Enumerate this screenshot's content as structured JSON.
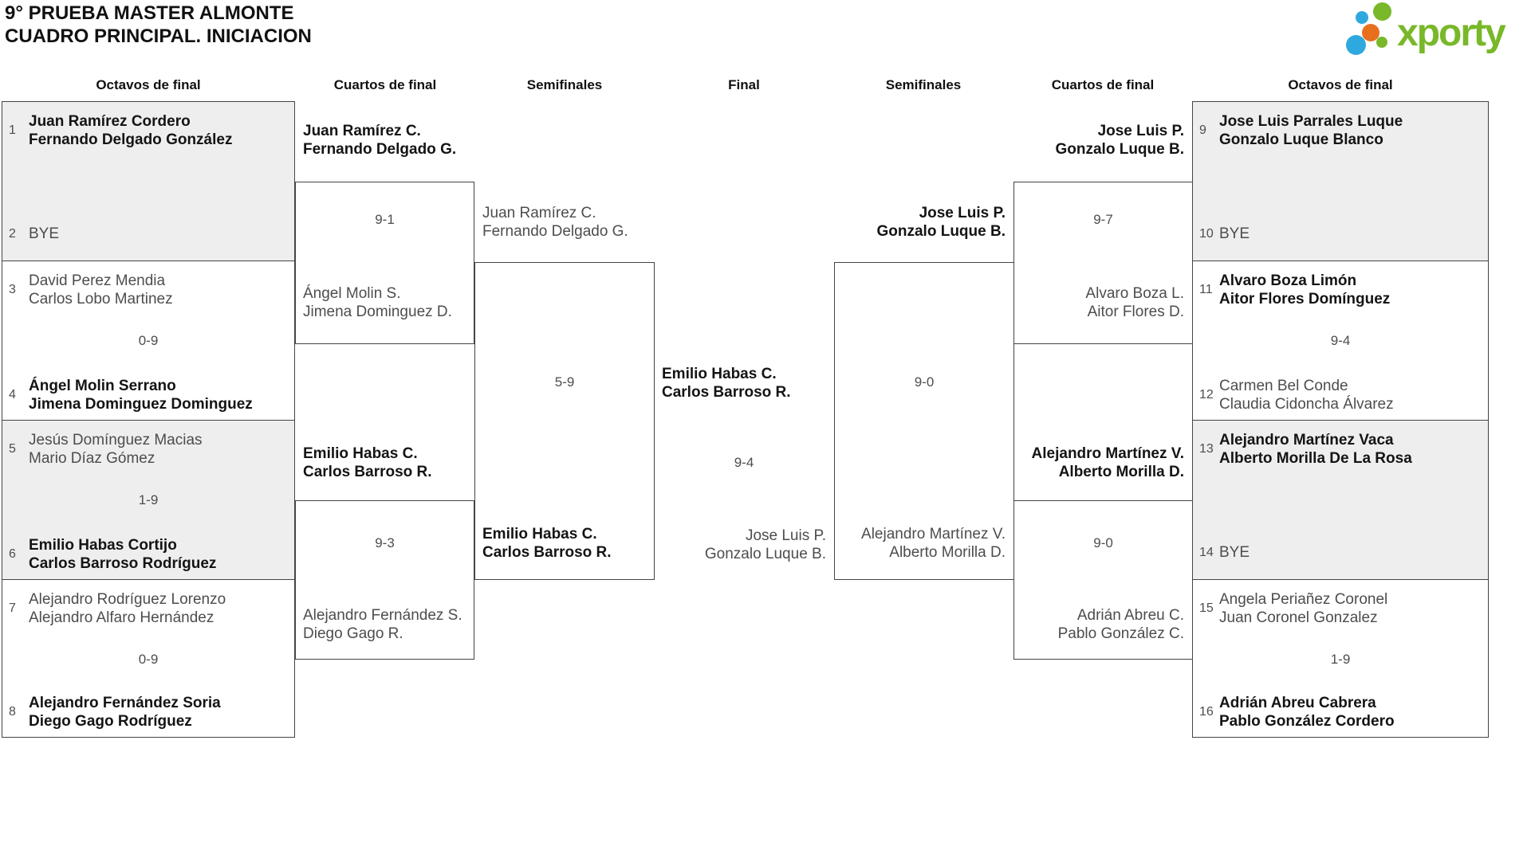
{
  "title": "9° PRUEBA MASTER ALMONTE\nCUADRO PRINCIPAL. INICIACION",
  "logo": {
    "wordmark": "xporty",
    "green": "#78b829",
    "blue": "#2ea9e0",
    "orange": "#e76f1e"
  },
  "headers": [
    "Octavos de final",
    "Cuartos de final",
    "Semifinales",
    "Final",
    "Semifinales",
    "Cuartos de final",
    "Octavos de final"
  ],
  "octavos_left": [
    {
      "score": "",
      "t1": {
        "seed": "1",
        "l1": "Juan Ramírez Cordero",
        "l2": "Fernando Delgado González",
        "w": true
      },
      "t2": {
        "seed": "2",
        "l1": "BYE",
        "l2": "",
        "w": false,
        "bye": true
      }
    },
    {
      "score": "0-9",
      "t1": {
        "seed": "3",
        "l1": "David Perez Mendia",
        "l2": "Carlos Lobo Martinez",
        "w": false
      },
      "t2": {
        "seed": "4",
        "l1": "Ángel Molin Serrano",
        "l2": "Jimena Dominguez Dominguez",
        "w": true
      }
    },
    {
      "score": "1-9",
      "t1": {
        "seed": "5",
        "l1": "Jesús Domínguez Macias",
        "l2": "Mario Díaz Gómez",
        "w": false
      },
      "t2": {
        "seed": "6",
        "l1": "Emilio Habas Cortijo",
        "l2": "Carlos Barroso Rodríguez",
        "w": true
      }
    },
    {
      "score": "0-9",
      "t1": {
        "seed": "7",
        "l1": "Alejandro Rodríguez Lorenzo",
        "l2": "Alejandro Alfaro Hernández",
        "w": false
      },
      "t2": {
        "seed": "8",
        "l1": "Alejandro Fernández Soria",
        "l2": "Diego Gago Rodríguez",
        "w": true
      }
    }
  ],
  "octavos_right": [
    {
      "score": "",
      "t1": {
        "seed": "9",
        "l1": "Jose Luis Parrales Luque",
        "l2": "Gonzalo Luque Blanco",
        "w": true
      },
      "t2": {
        "seed": "10",
        "l1": "BYE",
        "l2": "",
        "w": false,
        "bye": true
      }
    },
    {
      "score": "9-4",
      "t1": {
        "seed": "11",
        "l1": "Alvaro Boza Limón",
        "l2": "Aitor Flores Domínguez",
        "w": true
      },
      "t2": {
        "seed": "12",
        "l1": "Carmen Bel Conde",
        "l2": "Claudia Cidoncha Álvarez",
        "w": false
      }
    },
    {
      "score": "",
      "t1": {
        "seed": "13",
        "l1": "Alejandro Martínez Vaca",
        "l2": "Alberto Morilla De La Rosa",
        "w": true
      },
      "t2": {
        "seed": "14",
        "l1": "BYE",
        "l2": "",
        "w": false,
        "bye": true
      }
    },
    {
      "score": "1-9",
      "t1": {
        "seed": "15",
        "l1": "Angela Periañez Coronel",
        "l2": "Juan Coronel Gonzalez",
        "w": false
      },
      "t2": {
        "seed": "16",
        "l1": "Adrián Abreu Cabrera",
        "l2": "Pablo González Cordero",
        "w": true
      }
    }
  ],
  "cuartos_left": [
    {
      "score": "9-1",
      "t1": {
        "l1": "Juan Ramírez C.",
        "l2": "Fernando Delgado G.",
        "w": true
      },
      "t2": {
        "l1": "Ángel Molin S.",
        "l2": "Jimena Dominguez D.",
        "w": false
      }
    },
    {
      "score": "9-3",
      "t1": {
        "l1": "Emilio Habas C.",
        "l2": "Carlos Barroso R.",
        "w": true
      },
      "t2": {
        "l1": "Alejandro Fernández S.",
        "l2": "Diego Gago R.",
        "w": false
      }
    }
  ],
  "cuartos_right": [
    {
      "score": "9-7",
      "t1": {
        "l1": "Jose Luis P.",
        "l2": "Gonzalo Luque B.",
        "w": true
      },
      "t2": {
        "l1": "Alvaro Boza L.",
        "l2": "Aitor Flores D.",
        "w": false
      }
    },
    {
      "score": "9-0",
      "t1": {
        "l1": "Alejandro Martínez V.",
        "l2": "Alberto Morilla D.",
        "w": true
      },
      "t2": {
        "l1": "Adrián Abreu C.",
        "l2": "Pablo González C.",
        "w": false
      }
    }
  ],
  "semis_left": {
    "score": "5-9",
    "t1": {
      "l1": "Juan Ramírez C.",
      "l2": "Fernando Delgado G.",
      "w": false
    },
    "t2": {
      "l1": "Emilio Habas C.",
      "l2": "Carlos Barroso R.",
      "w": true
    }
  },
  "semis_right": {
    "score": "9-0",
    "t1": {
      "l1": "Jose Luis P.",
      "l2": "Gonzalo Luque B.",
      "w": true
    },
    "t2": {
      "l1": "Alejandro Martínez V.",
      "l2": "Alberto Morilla D.",
      "w": false
    }
  },
  "final": {
    "score": "9-4",
    "t1": {
      "l1": "Emilio Habas C.",
      "l2": "Carlos Barroso R.",
      "w": true
    },
    "t2": {
      "l1": "Jose Luis P.",
      "l2": "Gonzalo Luque B.",
      "w": false
    }
  }
}
